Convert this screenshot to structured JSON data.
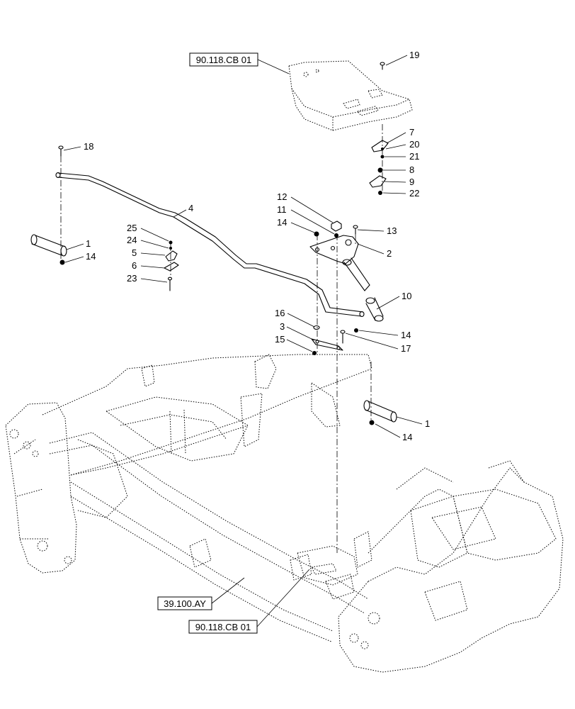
{
  "diagram": {
    "reference_boxes": [
      "90.118.CB 01",
      "39.100.AY",
      "90.118.CB 01"
    ],
    "callouts": [
      "19",
      "7",
      "20",
      "21",
      "8",
      "9",
      "22",
      "18",
      "4",
      "12",
      "11",
      "14",
      "13",
      "2",
      "25",
      "24",
      "5",
      "6",
      "23",
      "1",
      "14",
      "10",
      "16",
      "14",
      "3",
      "17",
      "15",
      "1",
      "14"
    ]
  }
}
